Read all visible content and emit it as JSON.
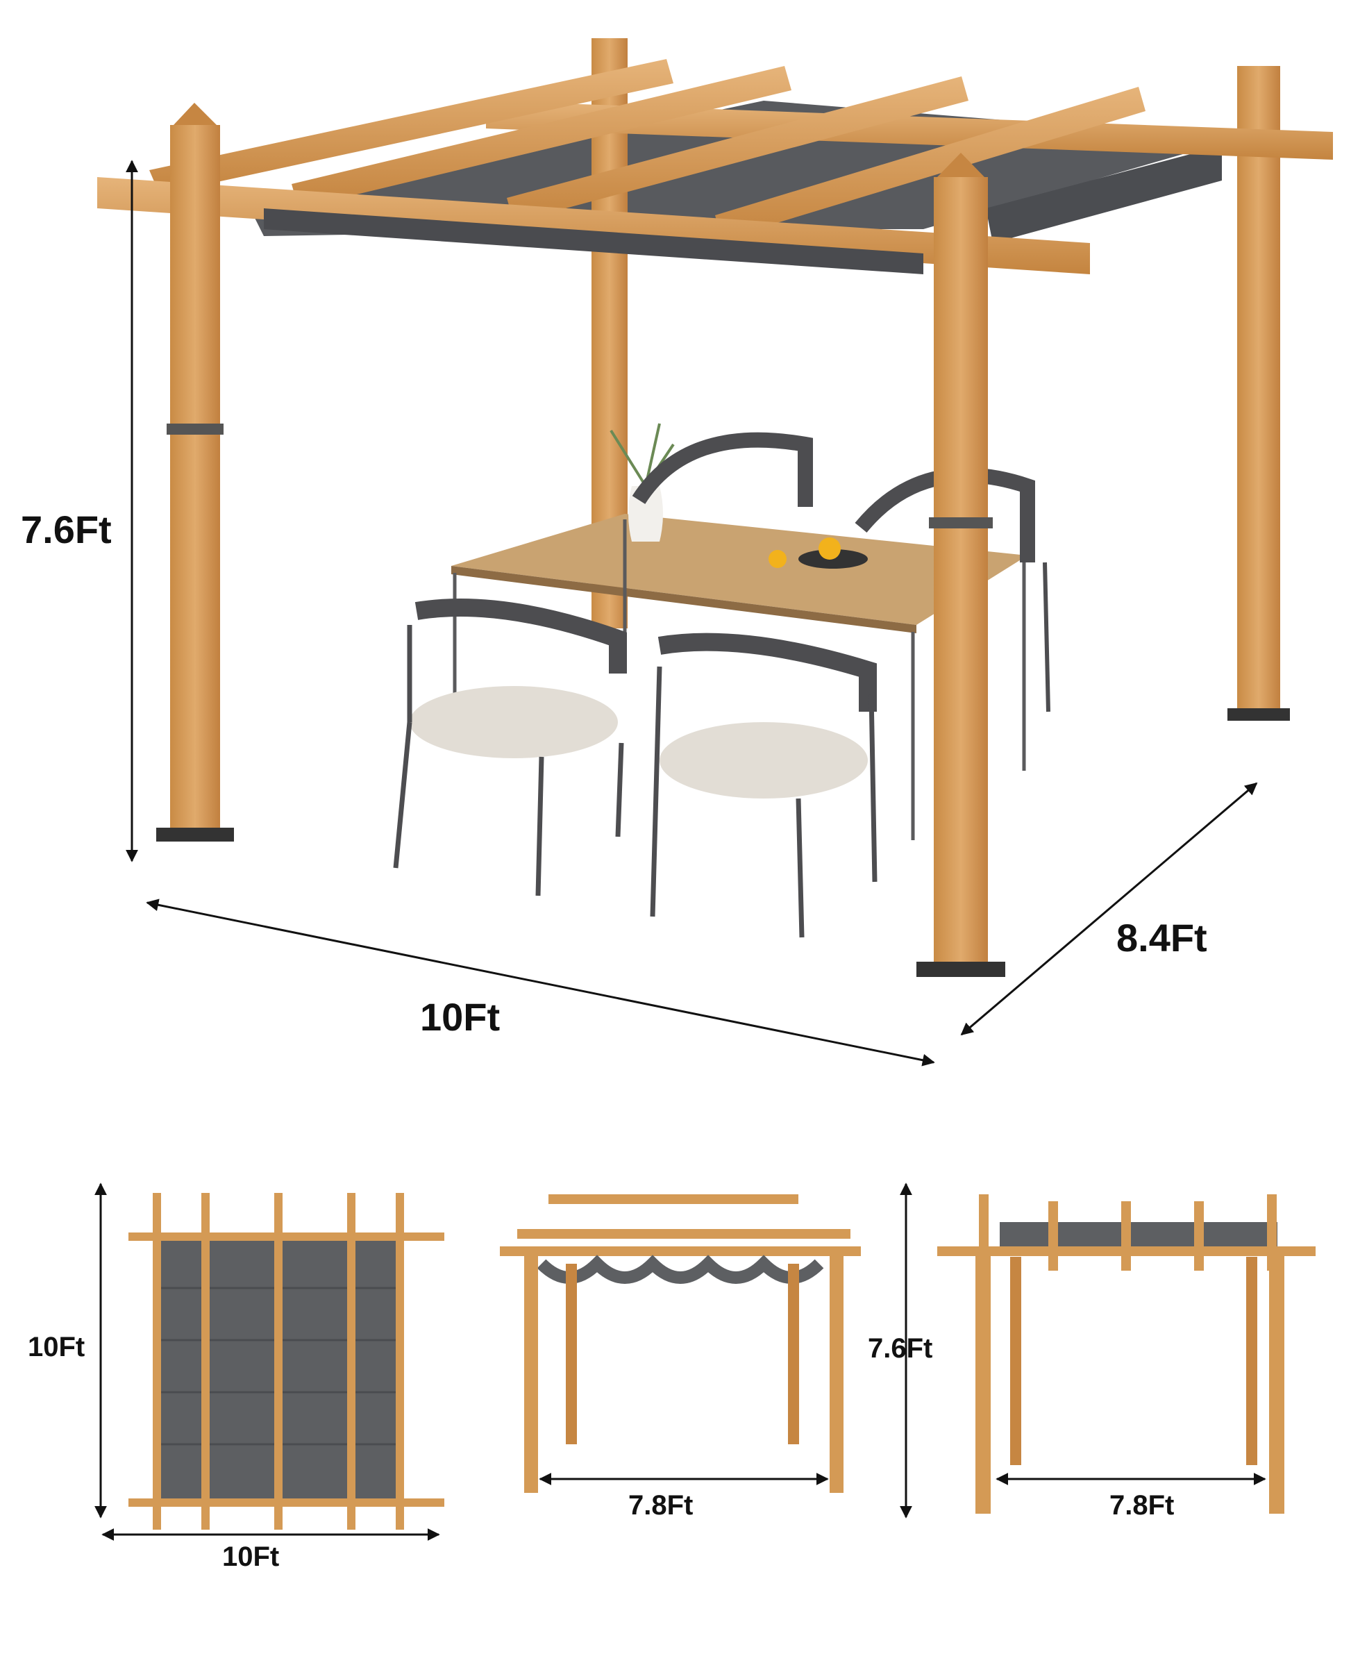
{
  "main_view": {
    "height_label": "7.6Ft",
    "width_label": "10Ft",
    "depth_label": "8.4Ft"
  },
  "top_view": {
    "side_label": "10Ft",
    "bottom_label": "10Ft"
  },
  "front_view": {
    "span_label": "7.8Ft",
    "height_label": "7.6Ft"
  },
  "side_view": {
    "span_label": "7.8Ft"
  },
  "colors": {
    "wood": "#d49a55",
    "wood_dark": "#b8793a",
    "wood_light": "#e3b27a",
    "canopy": "#5d5f62",
    "canopy_dark": "#44464a",
    "metal": "#5a5a5c",
    "cushion": "#e2ddd5",
    "text": "#111111"
  }
}
